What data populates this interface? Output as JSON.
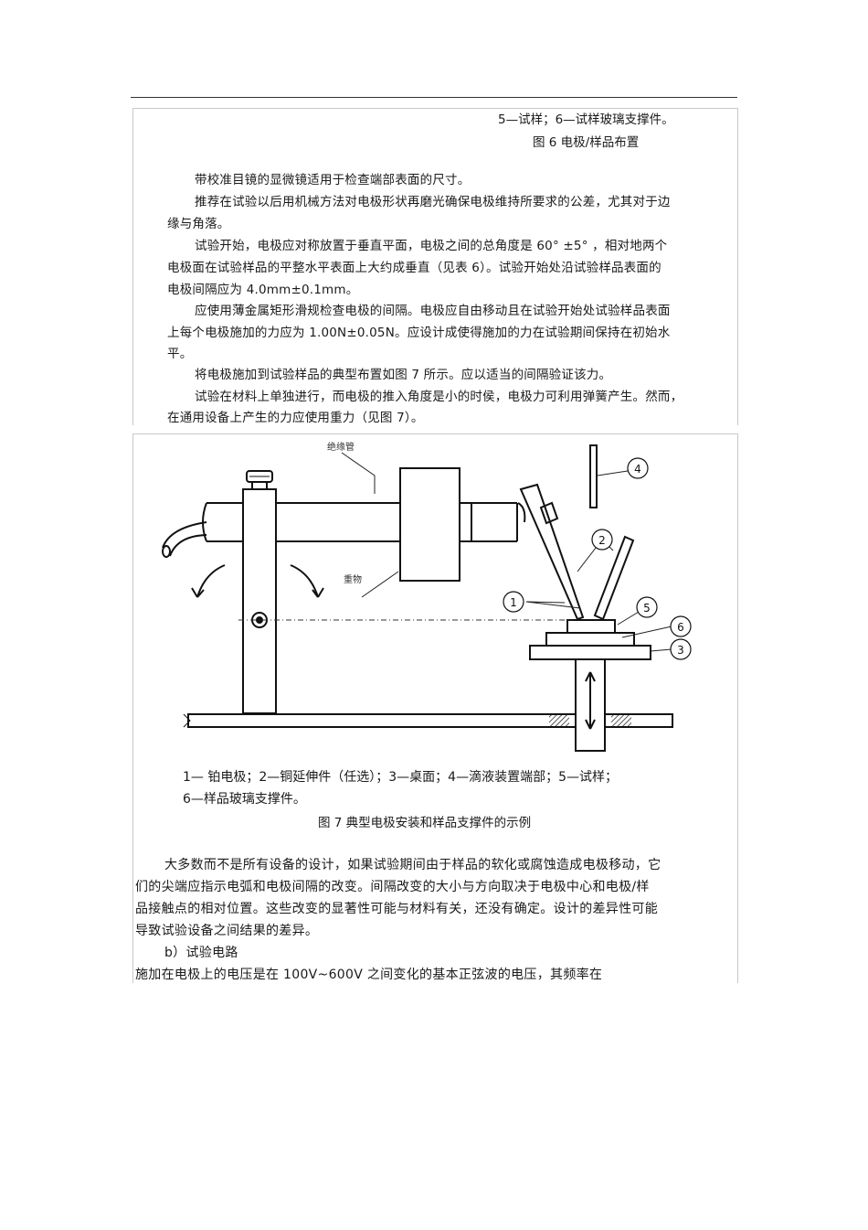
{
  "fig6": {
    "legend_tail": "5—试样；6—试样玻璃支撑件。",
    "caption": "图 6  电极/样品布置"
  },
  "para1": [
    "带校准目镜的显微镜适用于检查端部表面的尺寸。",
    "推荐在试验以后用机械方法对电极形状再磨光确保电极维持所要求的公差，尤其对于边",
    "缘与角落。",
    "试验开始，电极应对称放置于垂直平面，电极之间的总角度是 60° ±5° ，相对地两个",
    "电极面在试验样品的平整水平表面上大约成垂直（见表 6）。试验开始处沿试验样品表面的",
    "电极间隔应为 4.0mm±0.1mm。",
    "应使用薄金属矩形滑规检查电极的间隔。电极应自由移动且在试验开始处试验样品表面",
    "上每个电极施加的力应为 1.00N±0.05N。应设计成使得施加的力在试验期间保持在初始水",
    "平。",
    "将电极施加到试验样品的典型布置如图 7 所示。应以适当的间隔验证该力。",
    "试验在材料上单独进行，而电极的推入角度是小的时侯，电极力可利用弹簧产生。然而，",
    "在通用设备上产生的力应使用重力（见图 7）。"
  ],
  "fig7": {
    "label_tube": "绝缘管",
    "label_weight": "重物",
    "callouts": [
      "1",
      "2",
      "3",
      "4",
      "5",
      "6"
    ],
    "legend_line1": "1— 铂电极；2—铜延伸件（任选）；3—桌面；4—滴液装置端部；5—试样；",
    "legend_line2": "6—样品玻璃支撑件。",
    "caption": "图 7  典型电极安装和样品支撑件的示例"
  },
  "para2": [
    "大多数而不是所有设备的设计，如果试验期间由于样品的软化或腐蚀造成电极移动，它",
    "们的尖端应指示电弧和电极间隔的改变。间隔改变的大小与方向取决于电极中心和电极/样",
    "品接触点的相对位置。这些改变的显著性可能与材料有关，还没有确定。设计的差异性可能",
    "导致试验设备之间结果的差异。",
    "b）试验电路",
    "施加在电极上的电压是在 100V~600V 之间变化的基本正弦波的电压，其频率在"
  ]
}
